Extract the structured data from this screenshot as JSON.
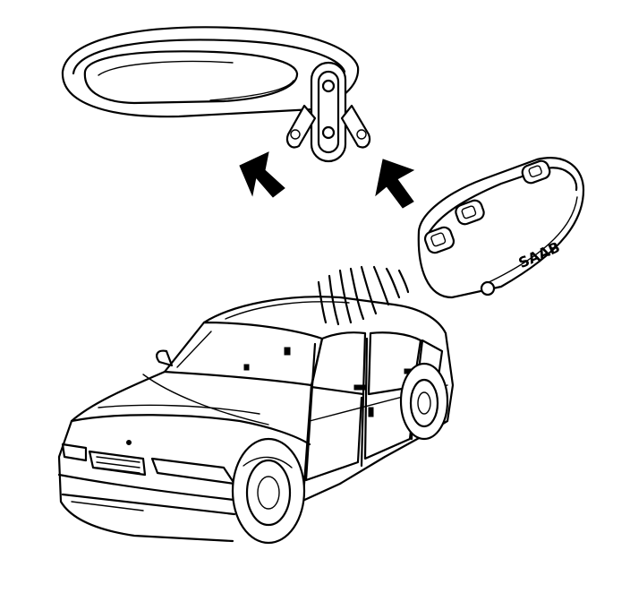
{
  "diagram": {
    "components": [
      {
        "id": "interior-light-console",
        "icon": "overhead-console-icon"
      },
      {
        "id": "remote-key-fob",
        "icon": "key-fob-icon"
      },
      {
        "id": "vehicle",
        "icon": "car-icon"
      }
    ],
    "fob_label": "SAAB",
    "colors": {
      "line": "#000000",
      "background": "#ffffff"
    }
  }
}
